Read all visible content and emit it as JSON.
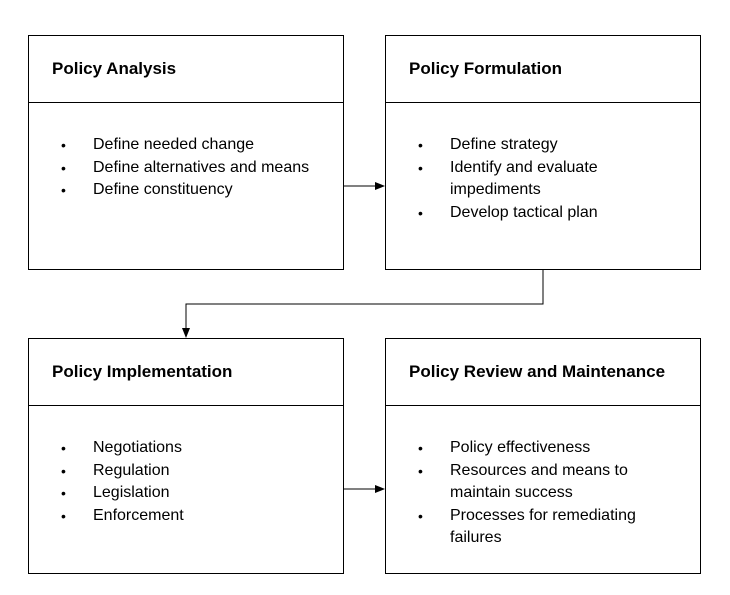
{
  "boxes": [
    {
      "title": "Policy Analysis",
      "items": [
        "Define needed change",
        "Define alternatives and means",
        "Define constituency"
      ]
    },
    {
      "title": "Policy Formulation",
      "items": [
        "Define strategy",
        "Identify and evaluate impediments",
        "Develop tactical plan"
      ]
    },
    {
      "title": "Policy Implementation",
      "items": [
        "Negotiations",
        "Regulation",
        "Legislation",
        "Enforcement"
      ]
    },
    {
      "title": "Policy Review and Maintenance",
      "items": [
        "Policy effectiveness",
        "Resources and means to maintain success",
        "Processes for remediating failures"
      ]
    }
  ],
  "colors": {
    "line": "#000000",
    "background": "#ffffff"
  }
}
